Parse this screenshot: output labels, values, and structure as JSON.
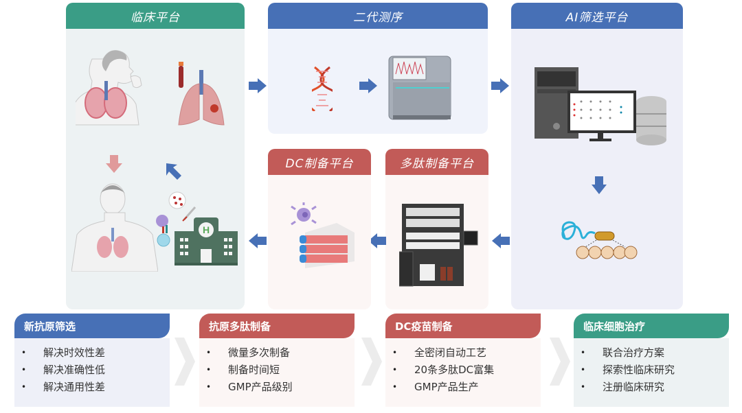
{
  "panels": {
    "clinical": {
      "title": "临床平台"
    },
    "ngs": {
      "title": "二代测序"
    },
    "ai": {
      "title": "AI筛选平台"
    },
    "dc": {
      "title": "DC制备平台"
    },
    "peptide": {
      "title": "多肽制备平台"
    }
  },
  "cards": [
    {
      "title": "新抗原筛选",
      "items": [
        "解决时效性差",
        "解决准确性低",
        "解决通用性差"
      ]
    },
    {
      "title": "抗原多肽制备",
      "items": [
        "微量多次制备",
        "制备时间短",
        "GMP产品级别"
      ]
    },
    {
      "title": "DC疫苗制备",
      "items": [
        "全密闭自动工艺",
        "20条多肽DC富集",
        "GMP产品生产"
      ]
    },
    {
      "title": "临床细胞治疗",
      "items": [
        "联合治疗方案",
        "探索性临床研究",
        "注册临床研究"
      ]
    }
  ],
  "bullet": "•",
  "colors": {
    "green": "#3a9d86",
    "blue": "#4770b6",
    "red": "#c25b58",
    "arrow": "#4770b6",
    "arrow_pink": "#e09a9a"
  }
}
